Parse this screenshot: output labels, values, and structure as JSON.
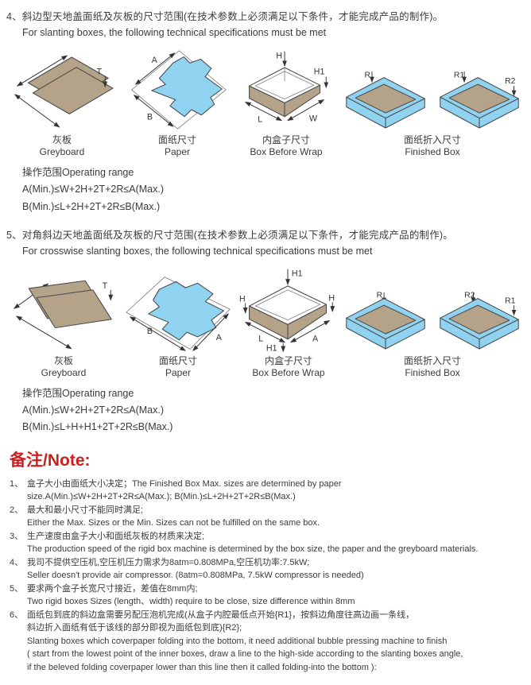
{
  "colors": {
    "tan": "#b4a289",
    "blue": "#8fd3f0",
    "note_red": "#cc1f1f"
  },
  "dims": {
    "T": "T",
    "A": "A",
    "B": "B",
    "H": "H",
    "H1": "H1",
    "L": "L",
    "W": "W",
    "R": "R",
    "R1": "R1",
    "R2": "R2"
  },
  "section4": {
    "heading_zh": "4、斜边型天地盖面纸及灰板的尺寸范围(在技术参数上必须满足以下条件，才能完成产品的制作)。",
    "heading_en": "For slanting boxes, the following technical specifications must be met",
    "labels": {
      "greyboard_zh": "灰板",
      "greyboard_en": "Greyboard",
      "paper_zh": "面纸尺寸",
      "paper_en": "Paper",
      "boxwrap_zh": "内盒子尺寸",
      "boxwrap_en": "Box Before Wrap",
      "finished_zh": "面纸折入尺寸",
      "finished_en": "Finished Box"
    },
    "operating": {
      "title": "操作范围Operating range",
      "line1": "A(Min.)≤W+2H+2T+2R≤A(Max.)",
      "line2": "B(Min.)≤L+2H+2T+2R≤B(Max.)"
    }
  },
  "section5": {
    "heading_zh": "5、对角斜边天地盖面纸及灰板的尺寸范围(在技术参数上必须满足以下条件，才能完成产品的制作)。",
    "heading_en": "For crosswise slanting boxes, the following technical specifications must be met",
    "labels": {
      "greyboard_zh": "灰板",
      "greyboard_en": "Greyboard",
      "paper_zh": "面纸尺寸",
      "paper_en": "Paper",
      "boxwrap_zh": "内盒子尺寸",
      "boxwrap_en": "Box Before Wrap",
      "finished_zh": "面纸折入尺寸",
      "finished_en": "Finished Box"
    },
    "operating": {
      "title": "操作范围Operating range",
      "line1": "A(Min.)≤W+2H+2T+2R≤A(Max.)",
      "line2": "B(Min.)≤L+H+H1+2T+2R≤B(Max.)"
    }
  },
  "note": {
    "heading": "备注/Note:",
    "items": [
      {
        "num": "1、",
        "lines": [
          "盒子大小由面纸大小决定；The Finished Box Max. sizes are determined by paper",
          "size.A(Min.)≤W+2H+2T+2R≤A(Max.); B(Min.)≤L+2H+2T+2R≤B(Max.)"
        ]
      },
      {
        "num": "2、",
        "lines": [
          "最大和最小尺寸不能同时满足;",
          "Either the Max. Sizes or the Min. Sizes can not be fulfilled on the same box."
        ]
      },
      {
        "num": "3、",
        "lines": [
          "生产速度由盒子大小和面纸灰板的材质来决定;",
          "The production speed of the rigid box machine is determined by the box size, the paper and the greyboard materials."
        ]
      },
      {
        "num": "4、",
        "lines": [
          "我司不提供空压机,空压机压力需求为8atm=0.808MPa,空压机功率:7.5kW;",
          "Seller doesn't provide air compressor. (8atm=0.808MPa, 7.5kW compressor is needed)"
        ]
      },
      {
        "num": "5、",
        "lines": [
          "要求两个盒子长宽尺寸接近，差值在8mm内;",
          "Two rigid boxes Sizes (length、width) require to be close, size difference within 8mm"
        ]
      },
      {
        "num": "6、",
        "lines": [
          "面纸包到底的斜边盒需要另配压泡机完成(从盒子内腔最低点开始{R1}，按斜边角度往高边画一条线，",
          "斜边折入面纸有低于该线的部分即视为面纸包到底){R2};",
          "Slanting boxes which coverpaper folding into the bottom, it need additional bubble pressing machine to finish",
          "( start from the lowest point of the inner boxes, draw a line to the high-side according to the slanting boxes angle,",
          "if the beleved folding coverpaper lower than this line then it called folding-into the bottom ):"
        ]
      }
    ]
  }
}
